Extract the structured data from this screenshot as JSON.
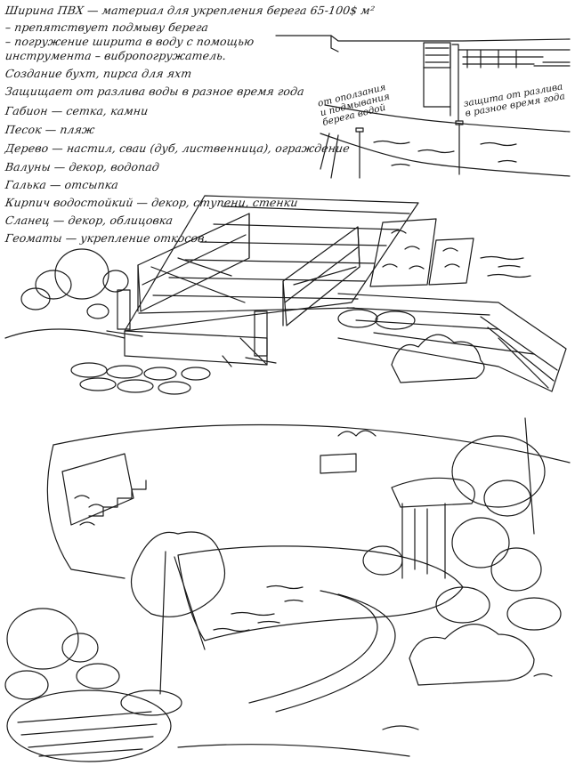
{
  "notes": {
    "lines": [
      "Ширина ПВХ — материал для укрепления берега  65-100$ м²",
      "– препятствует подмыву берега",
      "– погружение ширита в воду с помощью",
      "   инструмента – вибропогружатель.",
      "Создание бухт, пирса для яхт",
      "Защищает от разлива воды в разное время года",
      "Габион — сетка, камни",
      "Песок — пляж",
      "Дерево — настил, сваи (дуб, лиственница), ограждение",
      "Валуны — декор, водопад",
      "Галька — отсыпка",
      "Кирпич водостойкий — декор, ступени, стенки",
      "Сланец — декор, облицовка",
      "Геоматы — укрепление откосов."
    ]
  },
  "annotations": {
    "left": "от оползания\nи подмывания\nберега водой",
    "right": "защита от разлива\nв разное время года"
  }
}
